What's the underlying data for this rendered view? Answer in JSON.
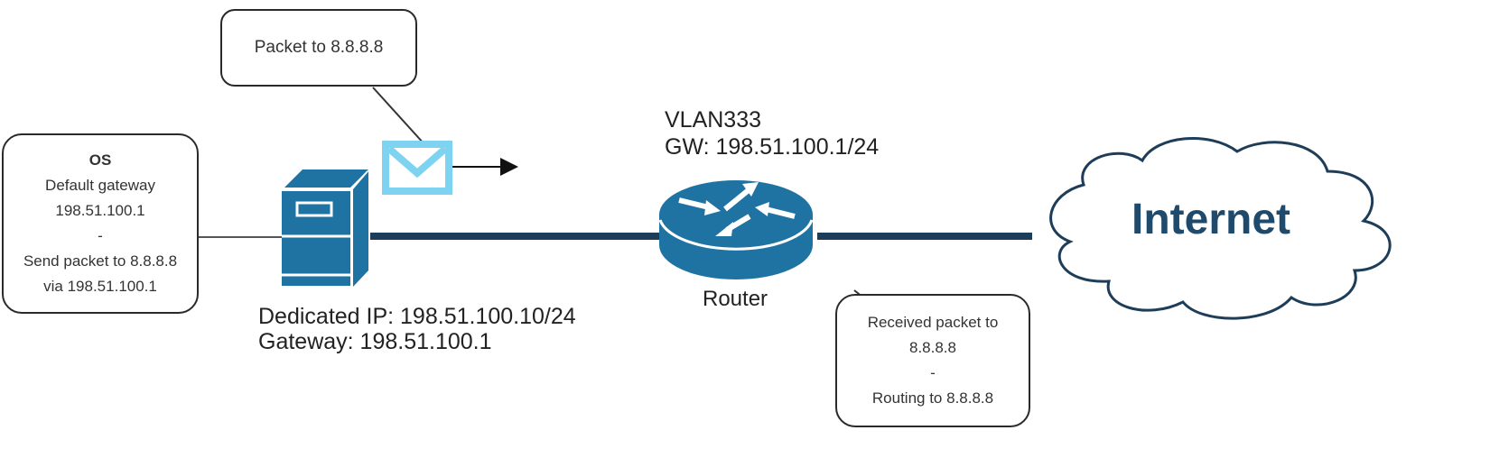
{
  "colors": {
    "device_blue": "#1f73a3",
    "link_navy": "#1e3d59",
    "packet_cyan": "#7dd3f0",
    "internet_text": "#1f4a6b"
  },
  "os_box": {
    "title": "OS",
    "lines": [
      "Default gateway",
      "198.51.100.1",
      "-",
      "Send packet to 8.8.8.8",
      "via 198.51.100.1"
    ]
  },
  "packet_callout": {
    "text": "Packet to 8.8.8.8"
  },
  "server": {
    "icon": "server-icon",
    "dedicated_ip": "Dedicated IP: 198.51.100.10/24",
    "gateway": "Gateway: 198.51.100.1"
  },
  "packet": {
    "icon": "envelope-icon"
  },
  "router": {
    "icon": "router-icon",
    "vlan": "VLAN333",
    "gw": "GW: 198.51.100.1/24",
    "label": "Router"
  },
  "router_callout": {
    "lines": [
      "Received packet to",
      "8.8.8.8",
      "-",
      "Routing to 8.8.8.8"
    ]
  },
  "internet": {
    "icon": "cloud-icon",
    "label": "Internet"
  }
}
